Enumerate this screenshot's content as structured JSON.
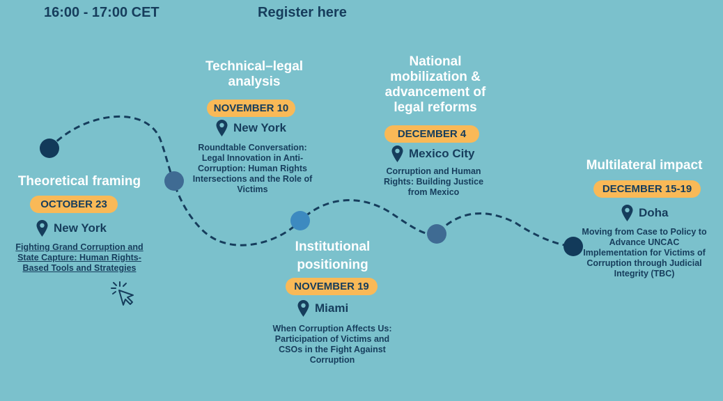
{
  "header": {
    "time": "16:00 - 17:00 CET",
    "register": "Register here"
  },
  "colors": {
    "background": "#7bc1cc",
    "dark": "#163d5c",
    "pill": "#f9b957"
  },
  "events": [
    {
      "phase": "Theoretical framing",
      "date": "OCTOBER 23",
      "location": "New York",
      "title": "Fighting Grand Corruption and State Capture: Human Rights-Based Tools and Strategies"
    },
    {
      "phase": "Technical–legal analysis",
      "date": "NOVEMBER 10",
      "location": "New York",
      "title": "Roundtable Conversation: Legal Innovation in Anti-Corruption: Human Rights Intersections and the Role of Victims"
    },
    {
      "phase": "Institutional positioning",
      "date": "NOVEMBER 19",
      "location": "Miami",
      "title": "When Corruption Affects Us: Participation of Victims and CSOs in the Fight Against Corruption"
    },
    {
      "phase": "National mobilization & advancement of legal reforms",
      "date": "DECEMBER 4",
      "location": "Mexico City",
      "title": "Corruption and Human Rights: Building Justice from Mexico"
    },
    {
      "phase": "Multilateral impact",
      "date": "DECEMBER 15-19",
      "location": "Doha",
      "title": "Moving from Case to Policy to Advance UNCAC Implementation for Victims of Corruption through Judicial Integrity (TBC)"
    }
  ]
}
